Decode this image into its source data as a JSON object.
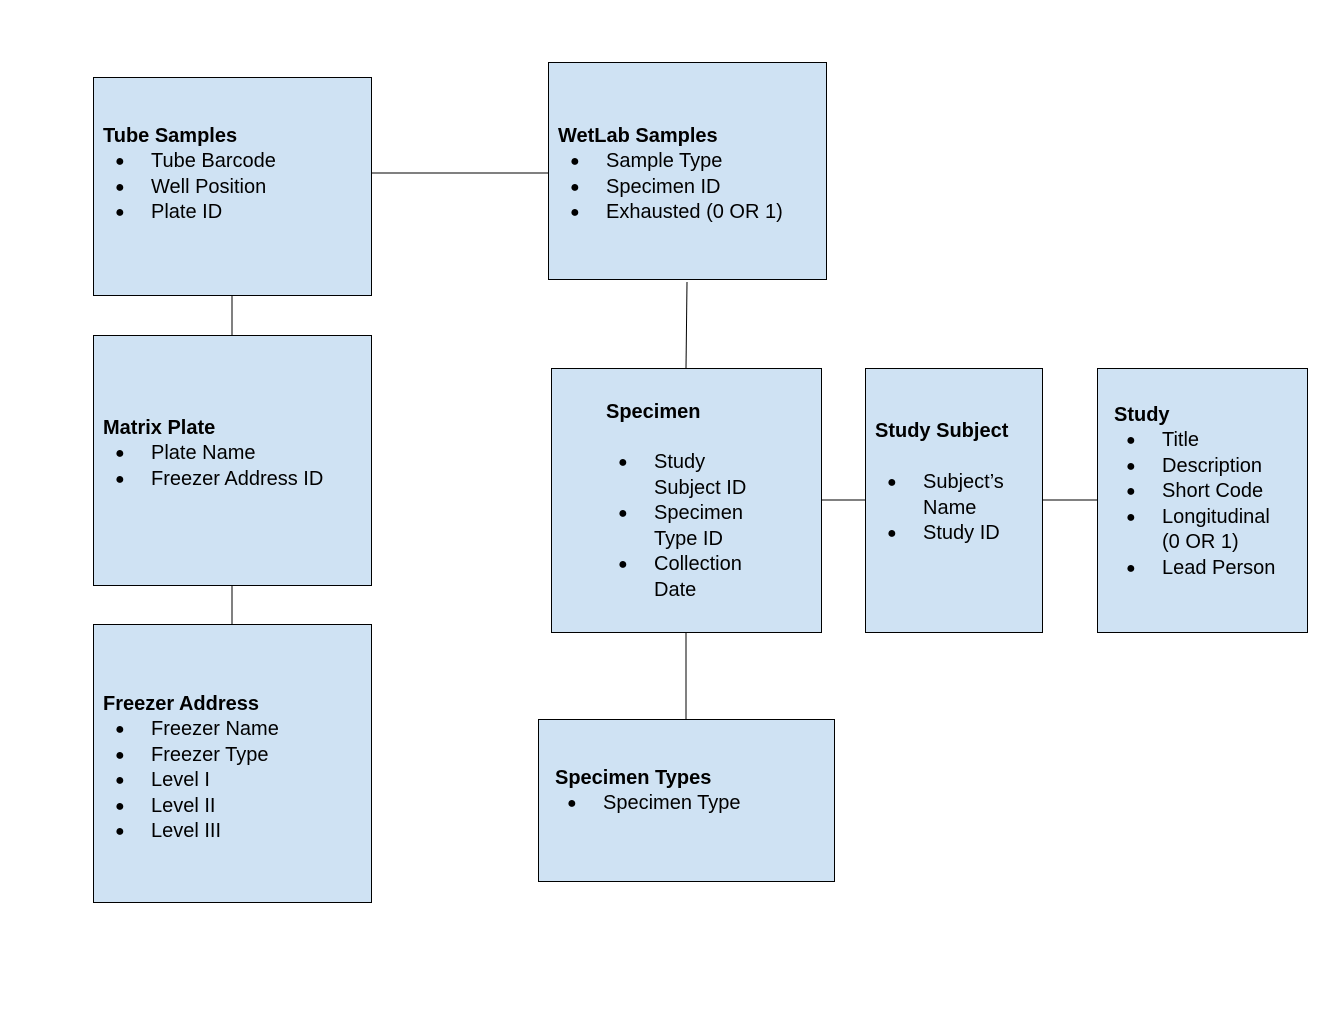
{
  "entities": {
    "tube_samples": {
      "title": "Tube Samples",
      "fields": [
        "Tube Barcode",
        "Well Position",
        "Plate ID"
      ]
    },
    "wetlab_samples": {
      "title": "WetLab Samples",
      "fields": [
        "Sample Type",
        "Specimen ID",
        "Exhausted (0 OR 1)"
      ]
    },
    "matrix_plate": {
      "title": "Matrix Plate",
      "fields": [
        "Plate Name",
        "Freezer Address ID"
      ]
    },
    "freezer_address": {
      "title": "Freezer Address",
      "fields": [
        "Freezer Name",
        "Freezer Type",
        "Level I",
        "Level II",
        "Level III"
      ]
    },
    "specimen": {
      "title": "Specimen",
      "fields": [
        "Study\nSubject ID",
        "Specimen\nType ID",
        "Collection\nDate"
      ]
    },
    "study_subject": {
      "title": "Study Subject",
      "fields": [
        "Subject’s\nName",
        "Study ID"
      ]
    },
    "study": {
      "title": "Study",
      "fields": [
        "Title",
        "Description",
        "Short Code",
        "Longitudinal\n(0 OR 1)",
        "Lead Person"
      ]
    },
    "specimen_types": {
      "title": "Specimen Types",
      "fields": [
        "Specimen Type"
      ]
    }
  },
  "style": {
    "box_fill": "#cfe2f3",
    "border_color": "#000000",
    "bullet_glyph": "●"
  }
}
